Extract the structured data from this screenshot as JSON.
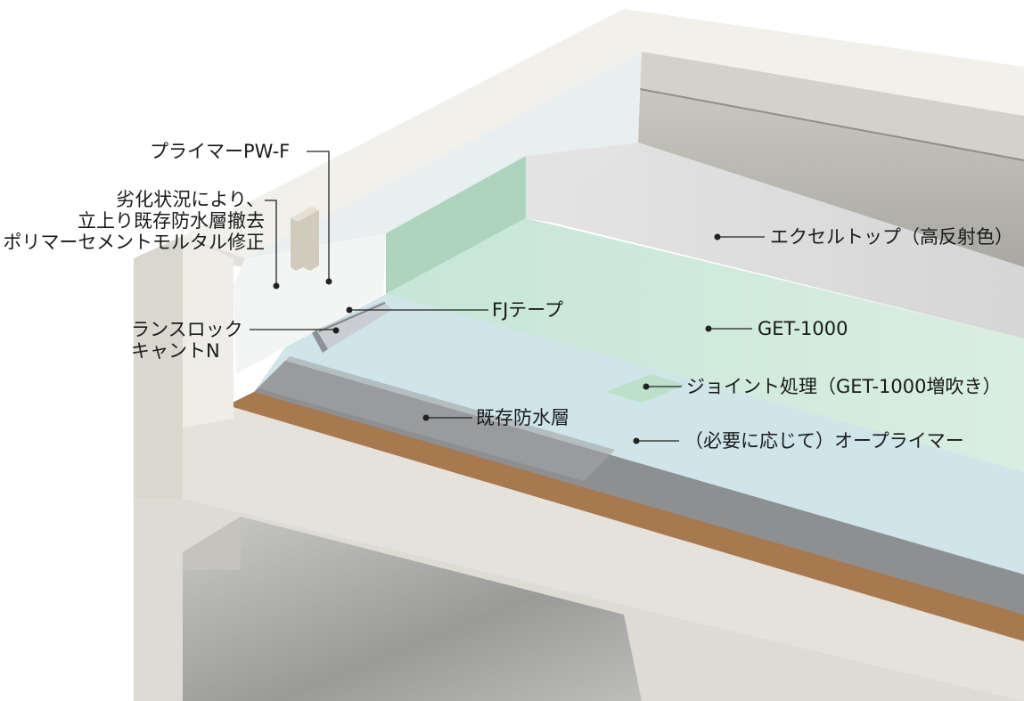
{
  "labels": {
    "primer_pwf": "プライマーPW-F",
    "degradation": {
      "line1": "劣化状況により、",
      "line2": "立上り既存防水層撤去",
      "line3": "ポリマーセメントモルタル修正"
    },
    "fj_tape": "FJテープ",
    "lanslock": {
      "line1": "ランスロック",
      "line2": "キャントN"
    },
    "excel_top": "エクセルトップ（高反射色）",
    "get1000": "GET-1000",
    "joint": "ジョイント処理（GET-1000増吹き）",
    "existing": "既存防水層",
    "o_primer": "（必要に応じて）オープライマー"
  },
  "colors": {
    "concrete": "#e6e4dc",
    "concrete_shadow": "#b9b7ae",
    "parapet_top": "#f0efe9",
    "wall_grey": "#b7b6ae",
    "primer_blue": "#cfe5ea",
    "get_green": "#a9d3bb",
    "excel_grey": "#dcdcdc",
    "existing_grey": "#8e8f91",
    "wood_brown": "#a8784f",
    "leader": "#222222"
  }
}
